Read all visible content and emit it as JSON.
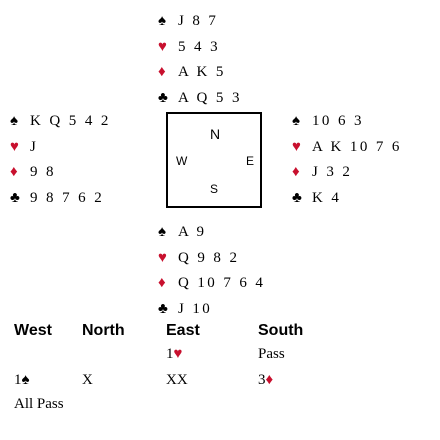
{
  "hands": {
    "north": {
      "spades": "J 8 7",
      "hearts": "5 4 3",
      "diamonds": "A K 5",
      "clubs": "A Q 5 3"
    },
    "west": {
      "spades": "K Q 5 4 2",
      "hearts": "J",
      "diamonds": "9 8",
      "clubs": "9 8 7 6 2"
    },
    "east": {
      "spades": "10 6 3",
      "hearts": "A K 10 7 6",
      "diamonds": "J 3 2",
      "clubs": "K 4"
    },
    "south": {
      "spades": "A 9",
      "hearts": "Q 9 8 2",
      "diamonds": "Q 10 7 6 4",
      "clubs": "J 10"
    }
  },
  "suit_symbols": {
    "spades": "♠",
    "hearts": "♥",
    "diamonds": "♦",
    "clubs": "♣"
  },
  "compass": {
    "n": "N",
    "w": "W",
    "e": "E",
    "s": "S"
  },
  "auction": {
    "headers": {
      "west": "West",
      "north": "North",
      "east": "East",
      "south": "South"
    },
    "round1": {
      "east_level": "1",
      "east_suit": "♥",
      "south": "Pass"
    },
    "round2": {
      "west_level": "1",
      "west_suit": "♠",
      "north": "X",
      "east": "XX",
      "south_level": "3",
      "south_suit": "♦"
    },
    "final": "All Pass"
  },
  "colors": {
    "red_suit": "#c8102e",
    "black_suit": "#000000"
  }
}
